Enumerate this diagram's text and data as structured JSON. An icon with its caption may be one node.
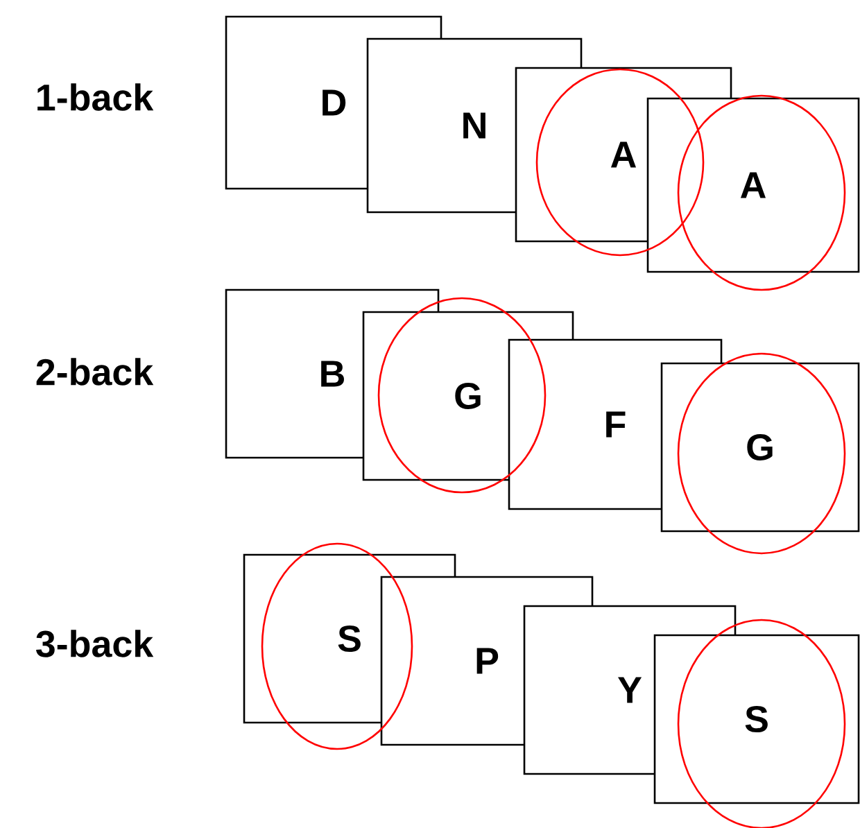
{
  "diagram": {
    "nodes": [
      {
        "text": [
          "D"
        ]
      },
      {
        "text": [
          "N"
        ]
      },
      {
        "text": [
          "A"
        ]
      },
      {
        "text": [
          "A"
        ]
      },
      {
        "text": [
          "B"
        ]
      },
      {
        "text": [
          "G"
        ]
      },
      {
        "text": [
          "F"
        ]
      },
      {
        "text": [
          "G"
        ]
      },
      {
        "text": [
          "S"
        ]
      },
      {
        "text": [
          "P"
        ]
      },
      {
        "text": [
          "Y"
        ]
      },
      {
        "text": [
          "S"
        ]
      }
    ],
    "labels": [
      "1-back",
      "2-back",
      "3-back"
    ]
  }
}
